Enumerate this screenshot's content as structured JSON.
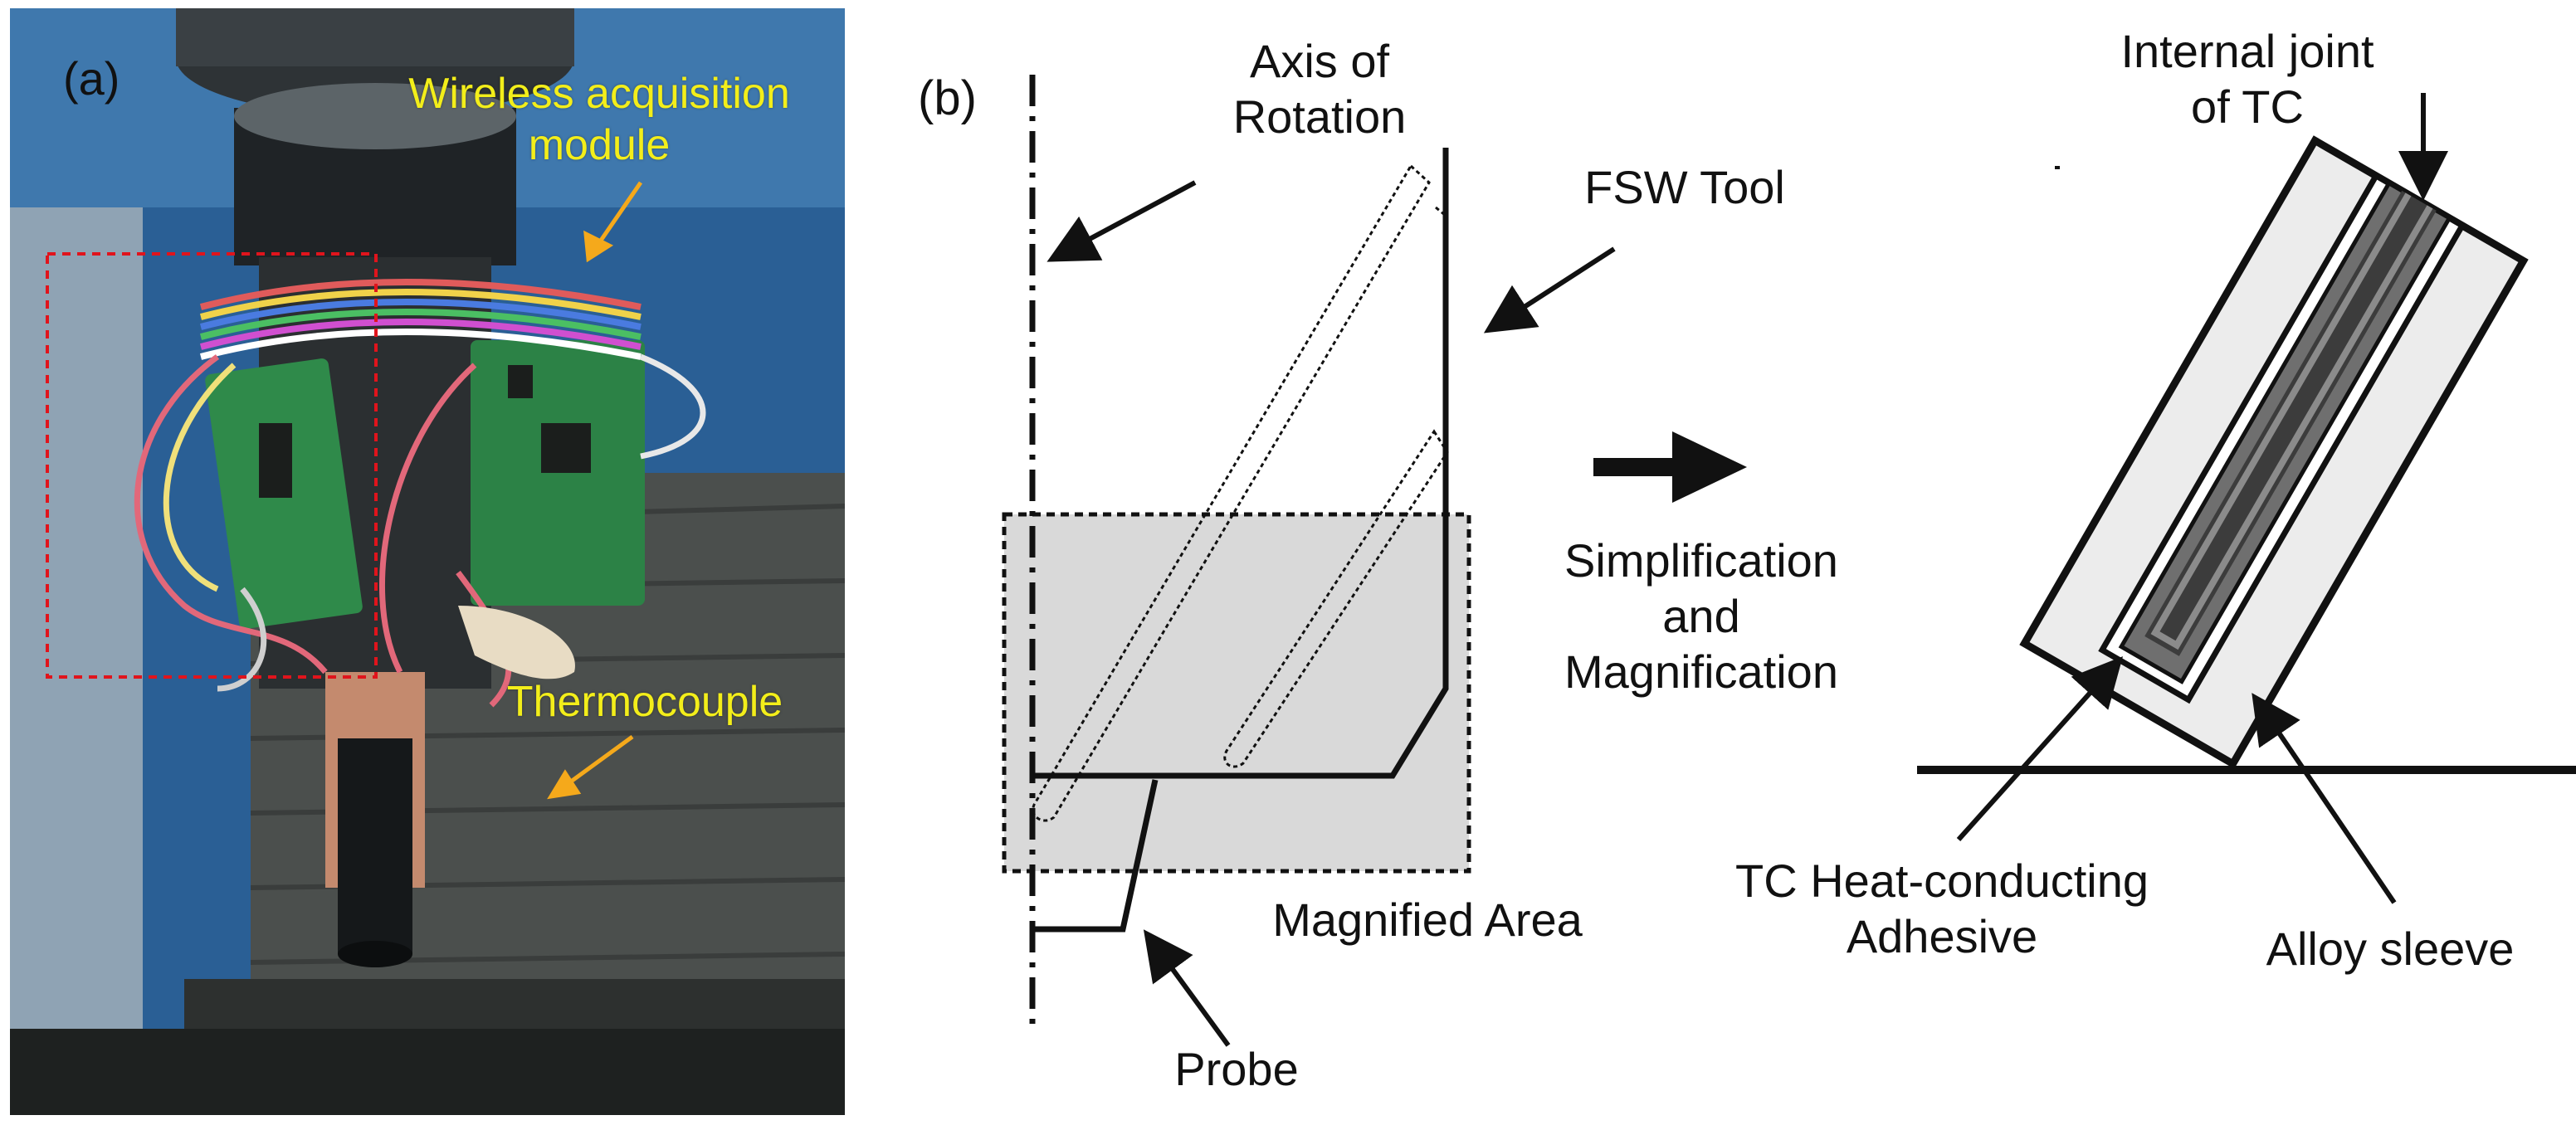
{
  "panel_a": {
    "label": "(a)",
    "wireless_label_line1": "Wireless acquisition",
    "wireless_label_line2": "module",
    "thermocouple_label": "Thermocouple",
    "colors": {
      "label_yellow": "#f3ee1a",
      "dashed_box": "#e0141c",
      "arrow_orange": "#f5a91b"
    }
  },
  "panel_b": {
    "label": "(b)",
    "axis_line1": "Axis of",
    "axis_line2": "Rotation",
    "fsw_tool": "FSW Tool",
    "magnified_area": "Magnified Area",
    "probe": "Probe",
    "simplification_line1": "Simplification",
    "simplification_line2": "and",
    "simplification_line3": "Magnification",
    "internal_joint_line1": "Internal joint",
    "internal_joint_line2": "of TC",
    "tc_adhesive_line1": "TC Heat-conducting",
    "tc_adhesive_line2": "Adhesive",
    "alloy_sleeve": "Alloy sleeve"
  }
}
